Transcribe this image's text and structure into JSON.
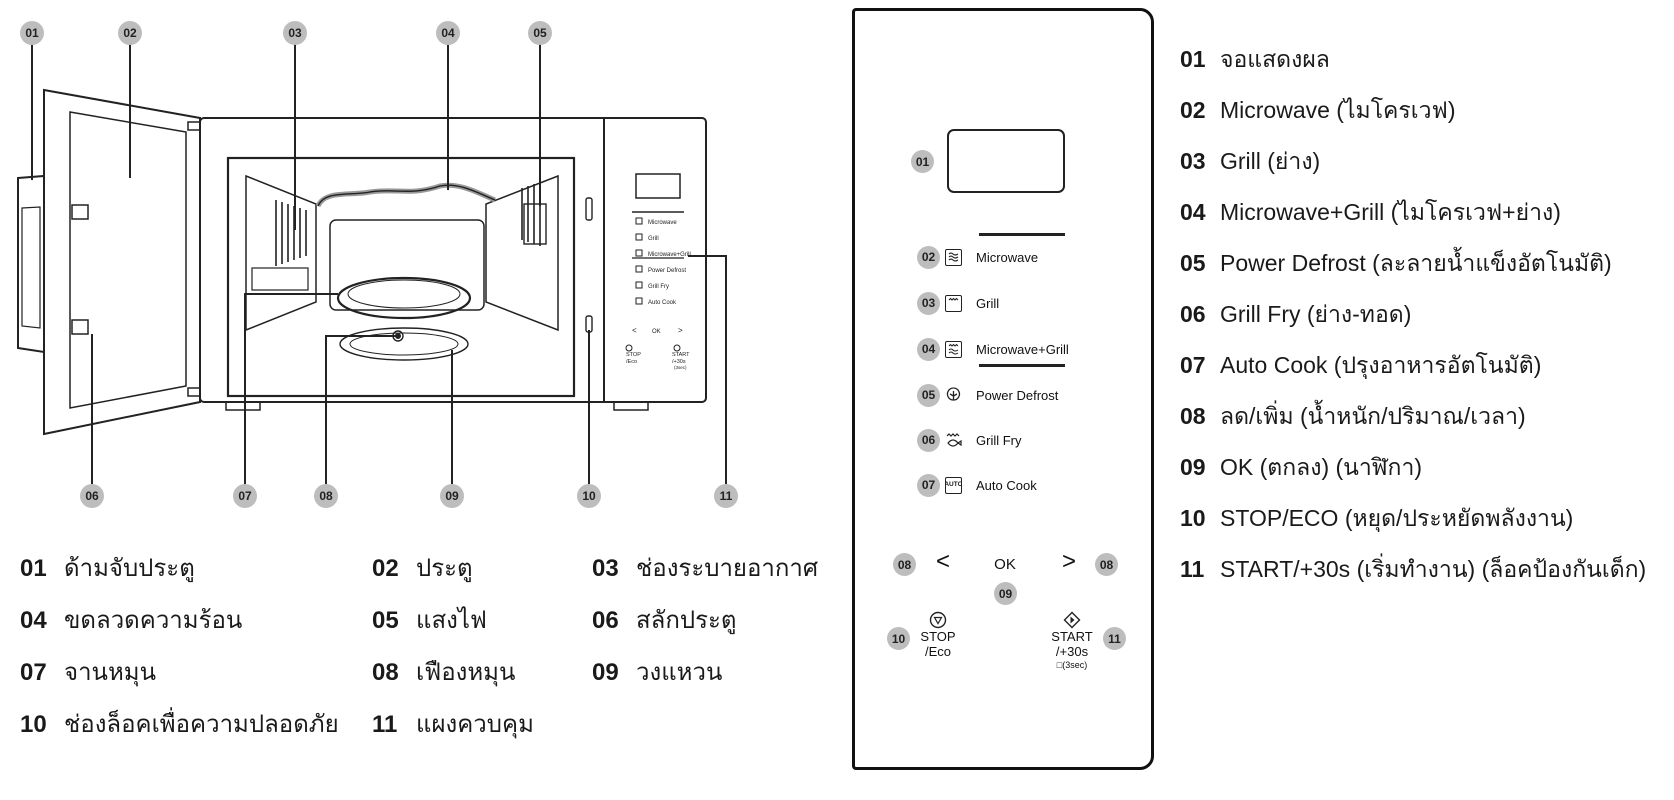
{
  "callouts": [
    "01",
    "02",
    "03",
    "04",
    "05",
    "06",
    "07",
    "08",
    "09",
    "10",
    "11"
  ],
  "legend": [
    {
      "num": "01",
      "label": "ด้ามจับประตู"
    },
    {
      "num": "02",
      "label": "ประตู"
    },
    {
      "num": "03",
      "label": "ช่องระบายอากาศ"
    },
    {
      "num": "04",
      "label": "ขดลวดความร้อน"
    },
    {
      "num": "05",
      "label": "แสงไฟ"
    },
    {
      "num": "06",
      "label": "สลักประตู"
    },
    {
      "num": "07",
      "label": "จานหมุน"
    },
    {
      "num": "08",
      "label": "เฟืองหมุน"
    },
    {
      "num": "09",
      "label": "วงแหวน"
    },
    {
      "num": "10",
      "label": "ช่องล็อคเพื่อความปลอดภัย"
    },
    {
      "num": "11",
      "label": "แผงควบคุม"
    }
  ],
  "oven_panel_labels": [
    "Microwave",
    "Grill",
    "Microwave+Grill",
    "Power Defrost",
    "Grill Fry",
    "Auto Cook",
    "<",
    "OK",
    ">",
    "STOP",
    "/Eco",
    "START",
    "/+30s",
    "(3sec)"
  ],
  "panel": {
    "display_badge": "01",
    "buttons": [
      {
        "num": "02",
        "label": "Microwave",
        "icon": "microwave-waves-icon"
      },
      {
        "num": "03",
        "label": "Grill",
        "icon": "grill-icon"
      },
      {
        "num": "04",
        "label": "Microwave+Grill",
        "icon": "microwave-grill-icon"
      },
      {
        "num": "05",
        "label": "Power Defrost",
        "icon": "defrost-icon"
      },
      {
        "num": "06",
        "label": "Grill Fry",
        "icon": "grill-fry-icon"
      },
      {
        "num": "07",
        "label": "Auto Cook",
        "icon": "auto-cook-icon",
        "icon_text": "AUTO"
      }
    ],
    "left_arrow": "<",
    "right_arrow": ">",
    "ok_label": "OK",
    "nav_badge": "08",
    "ok_badge": "09",
    "stop_badge": "10",
    "start_badge": "11",
    "stop_line1": "STOP",
    "stop_line2": "/Eco",
    "start_line1": "START",
    "start_line2": "/+30s",
    "lock_note": "(3sec)"
  },
  "controls_list": [
    {
      "num": "01",
      "label": "จอแสดงผล"
    },
    {
      "num": "02",
      "label": "Microwave (ไมโครเวฟ)"
    },
    {
      "num": "03",
      "label": "Grill (ย่าง)"
    },
    {
      "num": "04",
      "label": "Microwave+Grill (ไมโครเวฟ+ย่าง)"
    },
    {
      "num": "05",
      "label": "Power Defrost (ละลายน้ำแข็งอัตโนมัติ)"
    },
    {
      "num": "06",
      "label": "Grill Fry (ย่าง-ทอด)"
    },
    {
      "num": "07",
      "label": "Auto Cook (ปรุงอาหารอัตโนมัติ)"
    },
    {
      "num": "08",
      "label": "ลด/เพิ่ม (น้ำหนัก/ปริมาณ/เวลา)"
    },
    {
      "num": "09",
      "label": "OK (ตกลง) (นาฬิกา)"
    },
    {
      "num": "10",
      "label": "STOP/ECO (หยุด/ประหยัดพลังงาน)"
    },
    {
      "num": "11",
      "label": "START/+30s (เริ่มทำงาน) (ล็อคป้องกันเด็ก)"
    }
  ]
}
